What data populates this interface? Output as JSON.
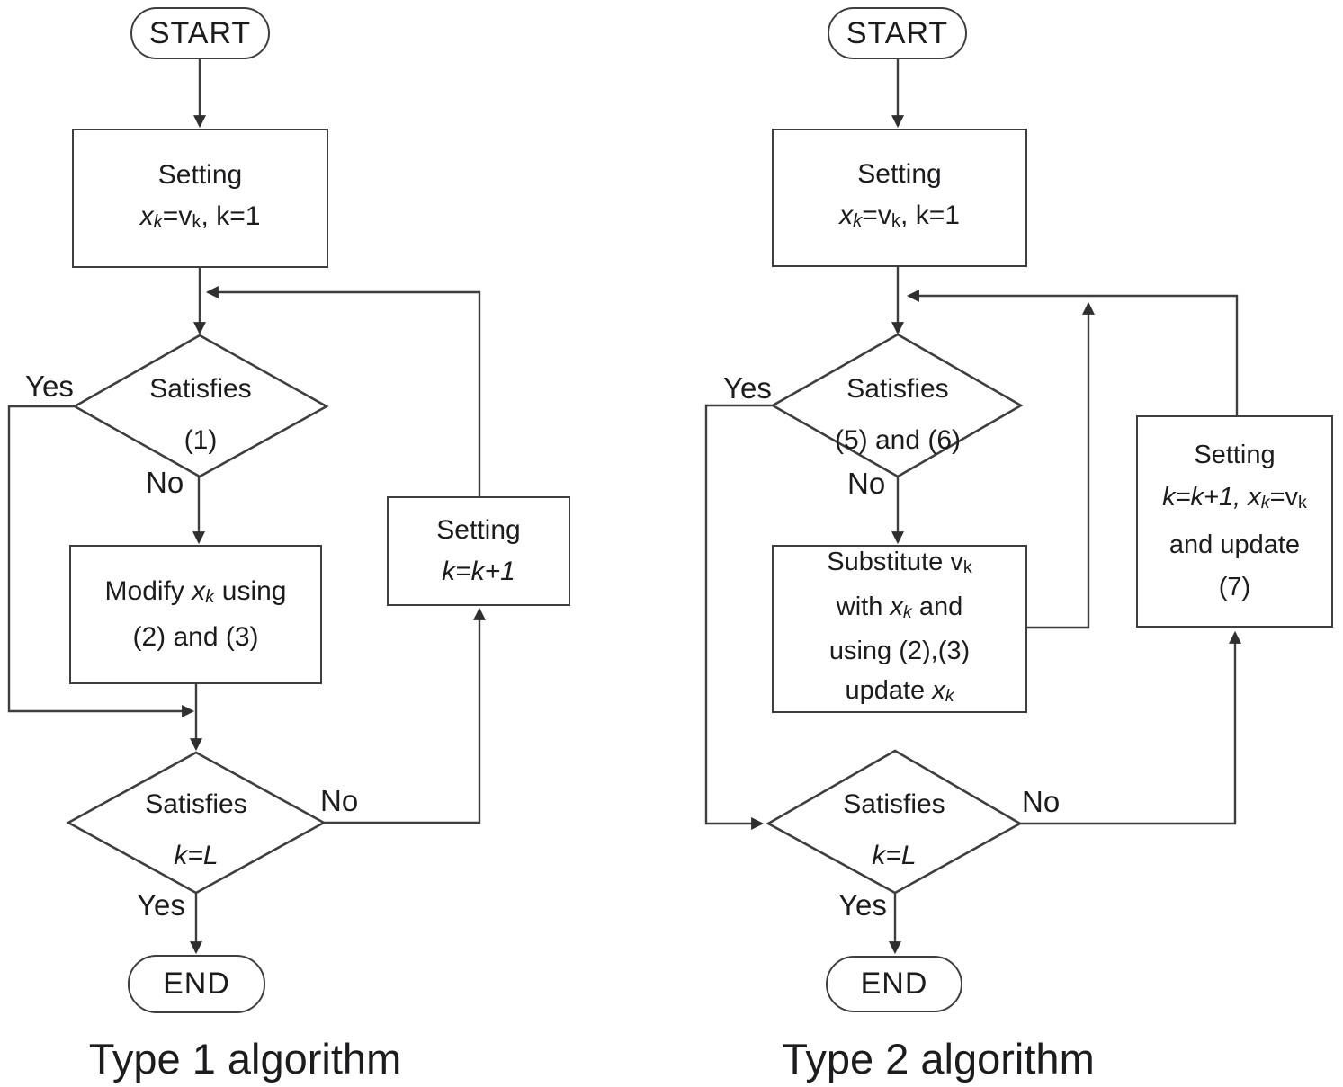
{
  "colors": {
    "stroke": "#3e3e3e",
    "text": "#1c1c1e",
    "background": "#ffffff"
  },
  "left_chart": {
    "caption": "Type 1 algorithm",
    "start_label": "START",
    "end_label": "END",
    "setting_box": {
      "line1": "Setting",
      "line2": [
        {
          "t": "x",
          "i": 1
        },
        {
          "t": "k",
          "i": 1,
          "s": 1
        },
        {
          "t": "=v"
        },
        {
          "t": "k",
          "s": 1
        },
        {
          "t": ", k=1"
        }
      ]
    },
    "decision1": {
      "line1": "Satisfies",
      "line2": [
        {
          "t": "(1)"
        }
      ]
    },
    "modify_box": {
      "line1": [
        {
          "t": "Modify "
        },
        {
          "t": "x",
          "i": 1
        },
        {
          "t": "k",
          "i": 1,
          "s": 1
        },
        {
          "t": " using"
        }
      ],
      "line2": [
        {
          "t": "(2) and (3)"
        }
      ]
    },
    "increment_box": {
      "line1": "Setting",
      "line2": [
        {
          "t": "k=k+1",
          "i": 1
        }
      ]
    },
    "decision2": {
      "line1": "Satisfies",
      "line2": [
        {
          "t": "k=L",
          "i": 1
        }
      ]
    },
    "labels": {
      "decision1_yes": "Yes",
      "decision1_no": "No",
      "decision2_no": "No",
      "decision2_yes": "Yes"
    }
  },
  "right_chart": {
    "caption": "Type 2 algorithm",
    "start_label": "START",
    "end_label": "END",
    "setting_box": {
      "line1": "Setting",
      "line2": [
        {
          "t": "x",
          "i": 1
        },
        {
          "t": "k",
          "i": 1,
          "s": 1
        },
        {
          "t": "=v"
        },
        {
          "t": "k",
          "s": 1
        },
        {
          "t": ", k=1"
        }
      ]
    },
    "decision1": {
      "line1": "Satisfies",
      "line2": [
        {
          "t": "(5) and (6)"
        }
      ]
    },
    "substitute_box": {
      "lines": [
        [
          {
            "t": "Substitute v"
          },
          {
            "t": "k",
            "s": 1
          }
        ],
        [
          {
            "t": "with "
          },
          {
            "t": "x",
            "i": 1
          },
          {
            "t": "k",
            "i": 1,
            "s": 1
          },
          {
            "t": " and"
          }
        ],
        [
          {
            "t": "using (2),(3)"
          }
        ],
        [
          {
            "t": "update "
          },
          {
            "t": "x",
            "i": 1
          },
          {
            "t": "k",
            "i": 1,
            "s": 1
          }
        ]
      ]
    },
    "update_box": {
      "lines": [
        [
          {
            "t": "Setting"
          }
        ],
        [
          {
            "t": "k=k+1, ",
            "i": 1
          },
          {
            "t": "x",
            "i": 1
          },
          {
            "t": "k",
            "i": 1,
            "s": 1
          },
          {
            "t": "=v"
          },
          {
            "t": "k",
            "s": 1
          }
        ],
        [
          {
            "t": "and update"
          }
        ],
        [
          {
            "t": "(7)"
          }
        ]
      ]
    },
    "decision2": {
      "line1": "Satisfies",
      "line2": [
        {
          "t": "k=L",
          "i": 1
        }
      ]
    },
    "labels": {
      "decision1_yes": "Yes",
      "decision1_no": "No",
      "decision2_no": "No",
      "decision2_yes": "Yes"
    }
  }
}
